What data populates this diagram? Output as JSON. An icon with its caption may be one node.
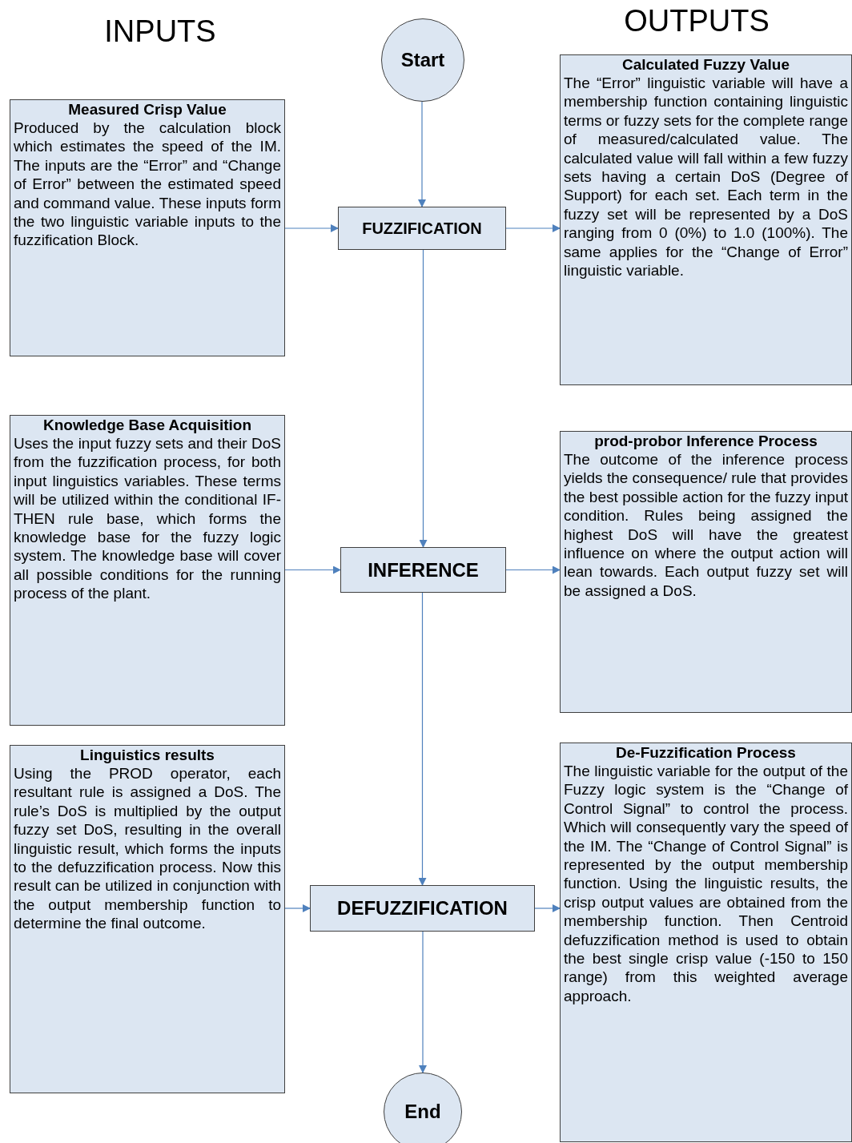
{
  "diagram": {
    "nodes": [
      {
        "text": [
          "Start"
        ]
      },
      {
        "text": [
          "Calculated Fuzzy Value",
          "The “Error” linguistic variable will have a membership function containing linguistic terms or fuzzy sets for the complete range of measured/calculated value. The calculated value will fall within a few fuzzy sets having a certain DoS (Degree of Support) for each set. Each term in the fuzzy set will be represented by a DoS ranging from 0 (0%) to 1.0 (100%). The same applies for the “Change of Error” linguistic variable."
        ]
      },
      {
        "text": [
          "Measured Crisp Value",
          "Produced by the calculation block which estimates the speed of the IM. The inputs are the “Error” and “Change of Error” between the estimated speed and command value. These inputs form the two linguistic variable inputs to the fuzzification Block."
        ]
      },
      {
        "text": [
          "FUZZIFICATION"
        ]
      },
      {
        "text": [
          "Knowledge Base Acquisition",
          "Uses the input fuzzy sets and their DoS from the fuzzification process, for both input linguistics variables. These terms will be utilized within the conditional IF-THEN rule base, which forms the knowledge base for the fuzzy logic system. The knowledge base will cover all possible conditions for the running process of the plant."
        ]
      },
      {
        "text": [
          "prod-probor Inference Process",
          "The outcome of the inference process yields the consequence/ rule that provides the best possible action for the fuzzy input condition. Rules being assigned the highest DoS will have the greatest influence on where the output action will lean towards. Each output fuzzy set will be assigned a DoS."
        ]
      },
      {
        "text": [
          "INFERENCE"
        ]
      },
      {
        "text": [
          "De-Fuzzification Process",
          "The linguistic variable for the output of the Fuzzy logic system is the “Change of Control Signal” to control the process. Which will consequently vary the speed of the IM. The “Change of Control Signal” is represented by the output membership function. Using the linguistic results, the crisp output values are obtained from the membership function. Then Centroid defuzzification method is used to obtain the best single crisp value (-150 to 150 range) from this weighted average approach."
        ]
      },
      {
        "text": [
          "Linguistics results",
          "Using the PROD operator, each resultant rule is assigned a DoS. The rule’s DoS is multiplied by the output fuzzy set DoS, resulting in the overall linguistic result, which forms the inputs to the defuzzification process. Now this result can be utilized in conjunction with the output membership function to determine the final outcome."
        ]
      },
      {
        "text": [
          "DEFUZZIFICATION"
        ]
      },
      {
        "text": [
          "End"
        ]
      }
    ],
    "edges": [
      {
        "from": 0,
        "to": 3,
        "arrow": "to"
      },
      {
        "from": 2,
        "to": 3,
        "arrow": "to"
      },
      {
        "from": 3,
        "to": 1,
        "arrow": "to"
      },
      {
        "from": 3,
        "to": 6,
        "arrow": "to"
      },
      {
        "from": 4,
        "to": 6,
        "arrow": "to"
      },
      {
        "from": 6,
        "to": 5,
        "arrow": "to"
      },
      {
        "from": 6,
        "to": 9,
        "arrow": "to"
      },
      {
        "from": 8,
        "to": 9,
        "arrow": "to"
      },
      {
        "from": 9,
        "to": 7,
        "arrow": "to"
      },
      {
        "from": 9,
        "to": 10,
        "arrow": "to"
      }
    ],
    "labels": [
      "INPUTS",
      "OUTPUTS"
    ]
  }
}
